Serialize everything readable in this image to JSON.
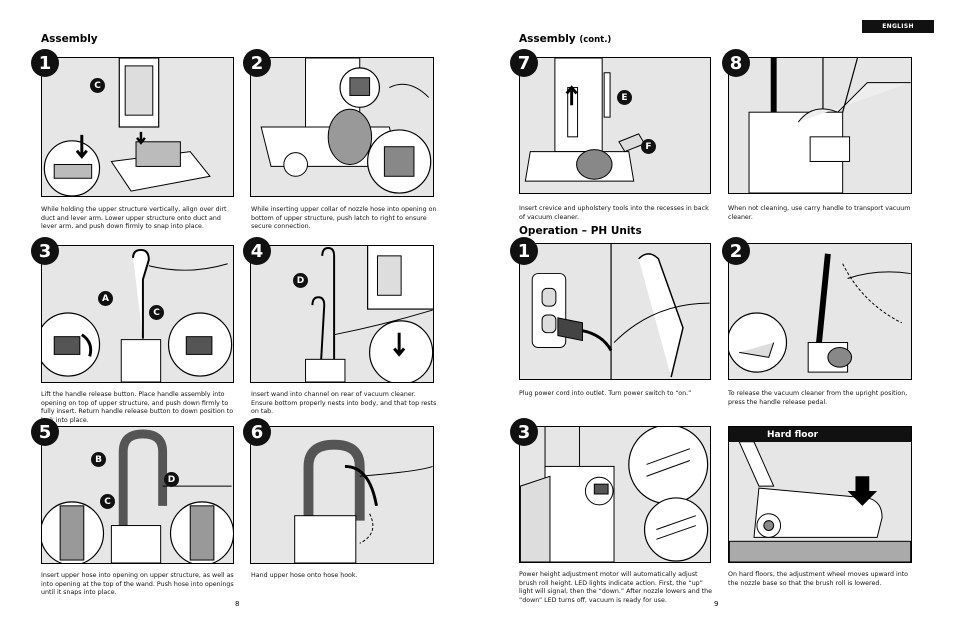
{
  "header": {
    "language_label": "ENGLISH"
  },
  "left_page": {
    "section_title": "Assembly",
    "page_number": "8",
    "steps": [
      {
        "number": "1",
        "letters": [
          "C"
        ],
        "caption": "While holding the upper structure vertically, align over dirt duct and lever arm. Lower upper structure onto duct and lever arm, and push down firmly to snap into place."
      },
      {
        "number": "2",
        "letters": [],
        "caption": "While inserting upper collar of nozzle hose into opening on bottom of upper structure, push latch to right to ensure secure connection."
      },
      {
        "number": "3",
        "letters": [
          "A",
          "C"
        ],
        "caption": "Lift the handle release button. Place handle assembly into opening on top of upper structure, and push down firmly to fully insert. Return handle release button to down position to lock into place."
      },
      {
        "number": "4",
        "letters": [
          "D"
        ],
        "caption": "Insert wand into channel on rear of vacuum cleaner. Ensure bottom properly nests into body, and that top rests on tab."
      },
      {
        "number": "5",
        "letters": [
          "B",
          "D",
          "C"
        ],
        "caption": "Insert upper hose into opening on upper structure, as well as into opening at the top of the wand. Push hose into openings until it snaps into place."
      },
      {
        "number": "6",
        "letters": [],
        "caption": "Hand upper hose onto hose hook."
      }
    ]
  },
  "right_page": {
    "section_title": "Assembly",
    "section_title_suffix": "(cont.)",
    "page_number": "9",
    "steps": [
      {
        "number": "7",
        "letters": [
          "E",
          "F"
        ],
        "caption": "Insert crevice and upholstery tools into the recesses in back of vacuum cleaner."
      },
      {
        "number": "8",
        "letters": [],
        "caption": "When not cleaning, use carry handle to transport vacuum cleaner."
      }
    ],
    "operation_title": "Operation – PH Units",
    "operation_steps": [
      {
        "number": "1",
        "caption": "Plug power cord into outlet. Turn power switch to “on.”"
      },
      {
        "number": "2",
        "caption": "To release the vacuum cleaner from the upright position, press the handle release pedal."
      },
      {
        "number": "3",
        "caption": "Power height adjustment motor will automatically adjust brush roll height. LED lights indicate action. First, the “up” light will signal, then the “down.” After nozzle lowers and the “down” LED turns off, vacuum is ready for use."
      }
    ],
    "hard_floor": {
      "title": "Hard floor",
      "caption": "On hard floors, the adjustment wheel moves upward into the nozzle base so that the brush roll is lowered."
    }
  }
}
